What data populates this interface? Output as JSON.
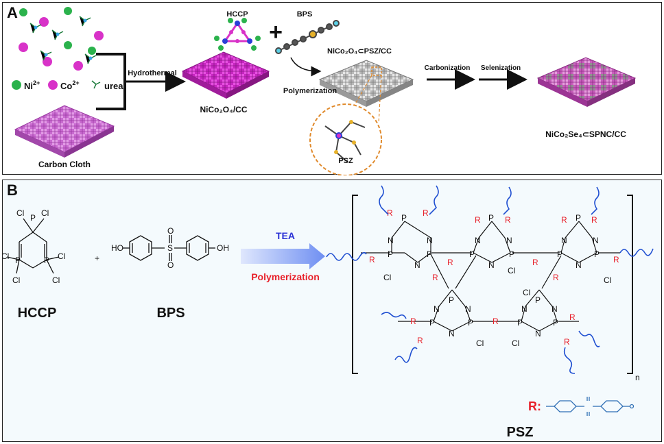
{
  "panel_a": {
    "letter": "A",
    "legend": {
      "ni": "Ni",
      "ni_sup": "2+",
      "co": "Co",
      "co_sup": "2+",
      "urea": "urea"
    },
    "carbon_cloth": "Carbon Cloth",
    "hydrothermal": "Hydrothermal",
    "nico2o4_cc": "NiCo₂O₄/CC",
    "hccp": "HCCP",
    "plus": "+",
    "bps": "BPS",
    "nico2o4_psz_cc": "NiCo₂O₄⊂PSZ/CC",
    "polymerization": "Polymerization",
    "psz": "PSZ",
    "carbonization": "Carbonization",
    "selenization": "Selenization",
    "final": "NiCo₂Se₄⊂SPNC/CC",
    "colors": {
      "ni": "#2bb24c",
      "co": "#d832c8",
      "cloth": "#c96ad0",
      "grey_cloth": "#bdbdbd",
      "zoom": "#e08a2c"
    }
  },
  "panel_b": {
    "letter": "B",
    "hccp": "HCCP",
    "bps": "BPS",
    "plus": "+",
    "tea": "TEA",
    "polymerization": "Polymerization",
    "atoms": {
      "p": "P",
      "n": "N",
      "cl": "Cl",
      "s": "S",
      "o": "O",
      "ho": "HO",
      "oh": "OH",
      "r": "R"
    },
    "n_subscript": "n",
    "r_legend": "R:",
    "psz": "PSZ",
    "colors": {
      "red": "#e8202a",
      "blue": "#2d34d6",
      "chain": "#1f4fd1",
      "arrow": "#7f9cf5",
      "rlegend": "#2f6fb5"
    }
  }
}
